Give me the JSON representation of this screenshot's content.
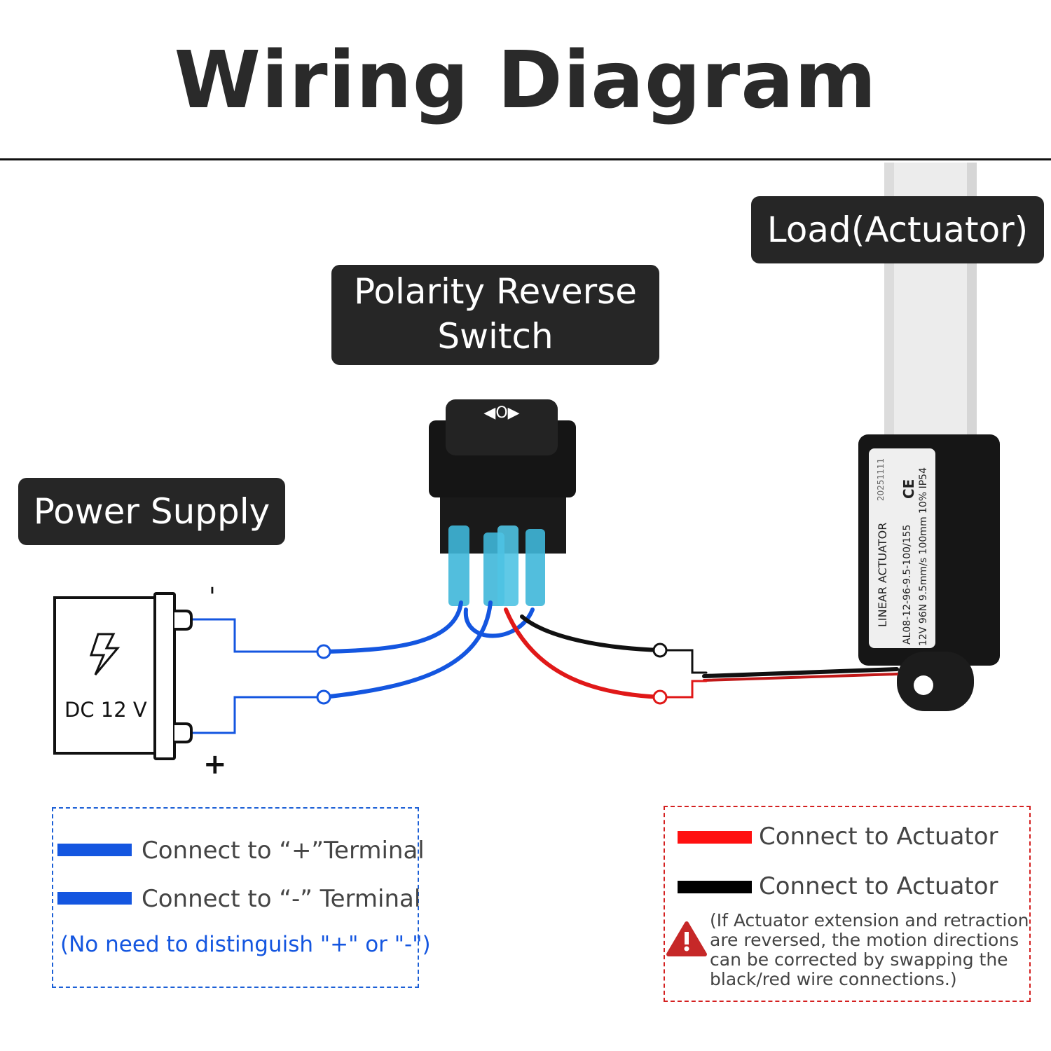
{
  "title": "Wiring Diagram",
  "labels": {
    "load": "Load(Actuator)",
    "switch_line1": "Polarity Reverse",
    "switch_line2": "Switch",
    "power": "Power Supply"
  },
  "power_supply": {
    "voltage": "DC 12 V",
    "minus": "-",
    "plus": "+",
    "icon": "lightning-bolt-icon"
  },
  "actuator_label": {
    "name": "LINEAR ACTUATOR",
    "date": "20251111",
    "model": "AL08-12-96-9.5-100/155",
    "specs": "12V 96N 9.5mm/s 100mm 10% IP54",
    "mark": "CE"
  },
  "legend_blue": {
    "items": [
      {
        "label": "Connect to “+”Terminal",
        "color": "#1456e0"
      },
      {
        "label": "Connect to “-” Terminal",
        "color": "#1456e0"
      }
    ],
    "note": "(No need to distinguish \"+\" or \"-\")"
  },
  "legend_red": {
    "items": [
      {
        "label": "Connect to Actuator",
        "color": "#ff1010"
      },
      {
        "label": "Connect to Actuator",
        "color": "#000000"
      }
    ],
    "warning_icon": "warning-triangle-icon",
    "note": "(If Actuator extension and retraction are reversed, the motion directions can be corrected by swapping the black/red wire connections.)"
  },
  "colors": {
    "blue_wire": "#1456e0",
    "red_wire": "#e01818",
    "black_wire": "#111111",
    "tag_bg": "#262626"
  }
}
